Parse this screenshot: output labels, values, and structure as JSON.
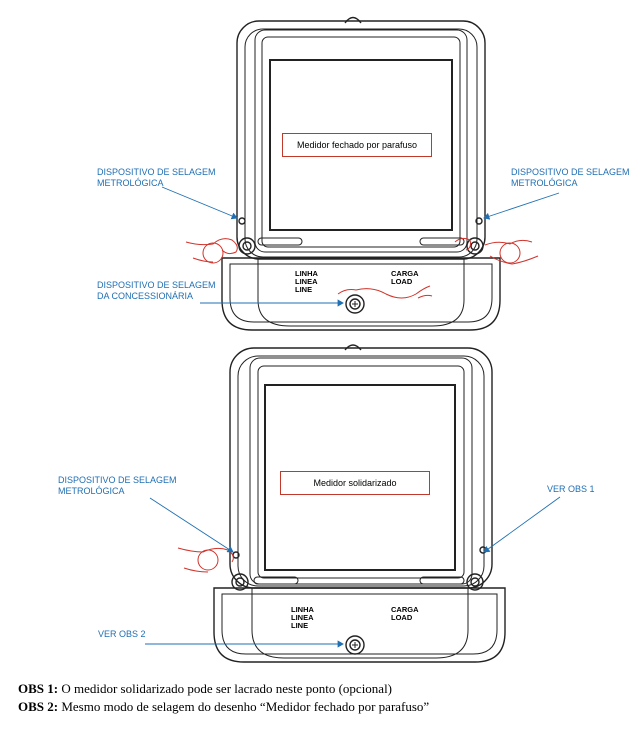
{
  "top_meter": {
    "box_label": "Medidor fechado por parafuso",
    "left_label": [
      "DISPOSITIVO DE SELAGEM",
      "METROLÓGICA"
    ],
    "right_label": [
      "DISPOSITIVO DE SELAGEM",
      "METROLÓGICA"
    ],
    "concession_label": [
      "DISPOSITIVO DE SELAGEM",
      "DA CONCESSIONÁRIA"
    ],
    "line_terms": [
      "LINHA",
      "LINEA",
      "LINE"
    ],
    "load_terms": [
      "CARGA",
      "LOAD"
    ]
  },
  "bottom_meter": {
    "box_label": "Medidor solidarizado",
    "left_label": [
      "DISPOSITIVO DE SELAGEM",
      "METROLÓGICA"
    ],
    "right_label": "VER OBS 1",
    "bottom_label": "VER OBS 2",
    "line_terms": [
      "LINHA",
      "LINEA",
      "LINE"
    ],
    "load_terms": [
      "CARGA",
      "LOAD"
    ]
  },
  "notes": {
    "obs1_key": "OBS 1:",
    "obs1_text": " O medidor solidarizado pode ser lacrado neste ponto (opcional)",
    "obs2_key": "OBS 2:",
    "obs2_text": " Mesmo modo de selagem do desenho “Medidor fechado por parafuso”"
  },
  "colors": {
    "label_blue": "#1f6fb3",
    "seal_red": "#d0342c",
    "box_border": "#c0392b",
    "drawing": "#222222"
  }
}
